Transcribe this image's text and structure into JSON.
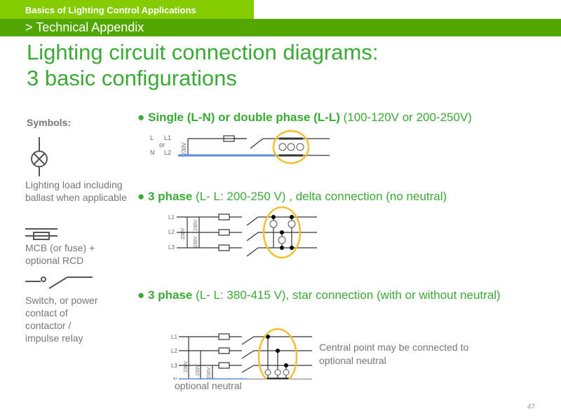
{
  "header": {
    "course": "Basics of Lighting Control Applications",
    "section": "> Technical Appendix"
  },
  "title": {
    "line1": "Lighting circuit connection diagrams:",
    "line2": "3 basic configurations"
  },
  "symbols": {
    "label": "Symbols:",
    "load": "Lighting load including ballast when applicable",
    "mcb": "MCB (or fuse) + optional RCD",
    "switch": "Switch, or power contact of contactor / impulse relay"
  },
  "configs": [
    {
      "bold": "Single (L-N) or double phase (L-L)",
      "rest": " (100-120V or  200-250V)"
    },
    {
      "bold": "3 phase",
      "rest": " (L- L: 200-250 V) , delta connection (no neutral)"
    },
    {
      "bold": "3 phase",
      "rest": " (L- L: 380-415 V), star connection (with or without neutral)"
    }
  ],
  "diagram1": {
    "l": "L",
    "l1": "L1",
    "or": "or",
    "n": "N",
    "l2": "L2",
    "v": "230V"
  },
  "diagram2": {
    "l1": "L1",
    "l2": "L2",
    "l3": "L3",
    "v": "230V"
  },
  "diagram3": {
    "l1": "L1",
    "l2": "L2",
    "l3": "L3",
    "n": "N",
    "v": "230V",
    "neutral_label": "optional neutral",
    "note": "Central point may be connected to optional neutral"
  },
  "page_number": "47",
  "colors": {
    "light_green": "#84cc00",
    "dark_green": "#52a600",
    "title_green": "#3aaa35",
    "highlight": "#f0c030",
    "neutral": "#5b8de0"
  }
}
